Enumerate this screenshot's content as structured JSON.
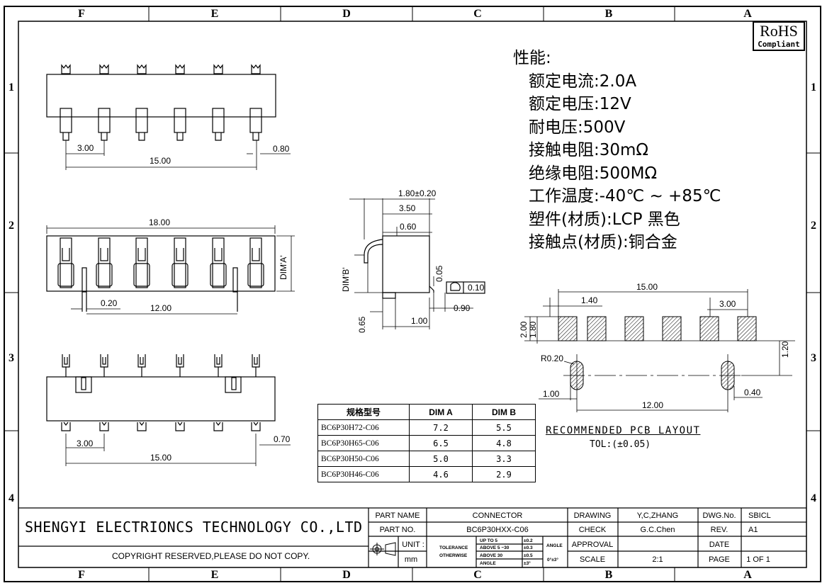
{
  "frame": {
    "columns": [
      "F",
      "E",
      "D",
      "C",
      "B",
      "A"
    ],
    "rows": [
      "1",
      "2",
      "3",
      "4"
    ]
  },
  "rohs": {
    "line1": "RoHS",
    "line2": "Compliant"
  },
  "specs": {
    "title": "性能:",
    "lines": [
      "额定电流:2.0A",
      "额定电压:12V",
      "耐电压:500V",
      "接触电阻:30mΩ",
      "绝缘电阻:500MΩ",
      "工作温度:-40℃ ~ +85℃",
      "塑件(材质):LCP 黑色",
      "接触点(材质):铜合金"
    ]
  },
  "dims": {
    "top_pitch": "3.00",
    "top_span": "15.00",
    "top_pin": "0.80",
    "front_len": "18.00",
    "front_dimA": "DIM'A'",
    "front_pin": "0.20",
    "front_span": "12.00",
    "side_w": "1.80±0.20",
    "side_350": "3.50",
    "side_060": "0.60",
    "side_dimB": "DIM'B'",
    "side_005": "0.05",
    "side_flat": "0.10",
    "side_090": "0.90",
    "side_065": "0.65",
    "side_100": "1.00",
    "bot_pitch": "3.00",
    "bot_span": "15.00",
    "bot_pin": "0.70",
    "pcb_span": "15.00",
    "pcb_140": "1.40",
    "pcb_pitch": "3.00",
    "pcb_200": "2.00",
    "pcb_180": "1.80",
    "pcb_r": "R0.20",
    "pcb_120": "1.20",
    "pcb_100": "1.00",
    "pcb_040": "0.40",
    "pcb_1200": "12.00"
  },
  "model_table": {
    "headers": [
      "规格型号",
      "DIM A",
      "DIM B"
    ],
    "rows": [
      [
        "BC6P30H72-C06",
        "7.2",
        "5.5"
      ],
      [
        "BC6P30H65-C06",
        "6.5",
        "4.8"
      ],
      [
        "BC6P30H50-C06",
        "5.0",
        "3.3"
      ],
      [
        "BC6P30H46-C06",
        "4.6",
        "2.9"
      ]
    ]
  },
  "pcb": {
    "title": "RECOMMENDED PCB LAYOUT",
    "tol": "TOL:(±0.05)"
  },
  "title_block": {
    "company": "SHENGYI ELECTRIONCS TECHNOLOGY CO.,LTD",
    "copyright": "COPYRIGHT RESERVED,PLEASE DO NOT COPY.",
    "part_name_label": "PART NAME",
    "part_name": "CONNECTOR",
    "part_no_label": "PART NO.",
    "part_no": "BC6P30HXX-C06",
    "unit_label": "UNIT :",
    "unit": "mm",
    "tol_label1": "TOLERANCE",
    "tol_label2": "OTHERWISE",
    "tol_r1": "UP TO 5",
    "tol_v1": "±0.2",
    "tol_r2": "ABOVE 5 ~30",
    "tol_v2": "±0.3",
    "tol_r3": "ABOVE 30",
    "tol_v3": "±0.5",
    "tol_r4": "ANGLE",
    "tol_v4": "±3°",
    "angle_label": "ANGLE",
    "angle_val": "0°±3°",
    "drawing_label": "DRAWING",
    "drawing": "Y,C,ZHANG",
    "check_label": "CHECK",
    "check": "G.C.Chen",
    "approval_label": "APPROVAL",
    "scale_label": "SCALE",
    "scale": "2:1",
    "dwg_label": "DWG.No.",
    "dwg": "SBICL",
    "rev_label": "REV.",
    "rev": "A1",
    "date_label": "DATE",
    "page_label": "PAGE",
    "page": "1 OF 1"
  }
}
